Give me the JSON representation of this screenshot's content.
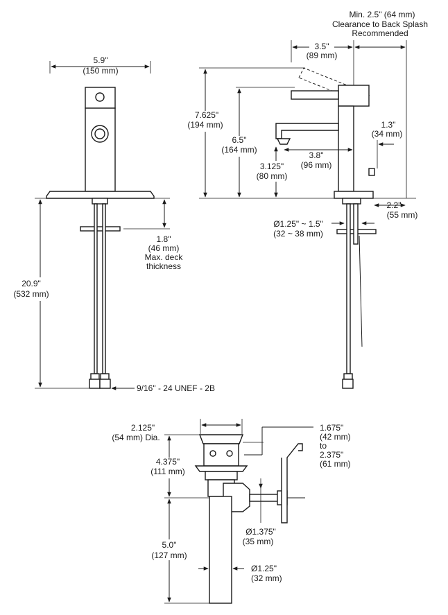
{
  "front_view": {
    "width_in": "5.9\"",
    "width_mm": "(150 mm)",
    "deck_in": "1.8\"",
    "deck_mm": "(46 mm)",
    "deck_note1": "Max. deck",
    "deck_note2": "thickness",
    "height_in": "20.9\"",
    "height_mm": "(532 mm)",
    "thread": "9/16\" - 24 UNEF - 2B"
  },
  "side_view": {
    "clear1": "Min. 2.5\" (64 mm)",
    "clear2": "Clearance to Back Splash",
    "clear3": "Recommended",
    "reach_in": "3.5\"",
    "reach_mm": "(89 mm)",
    "total_h_in": "7.625\"",
    "total_h_mm": "(194 mm)",
    "handle_h_in": "6.5\"",
    "handle_h_mm": "(164 mm)",
    "spout_h_in": "3.125\"",
    "spout_h_mm": "(80 mm)",
    "spout_reach_in": "3.8\"",
    "spout_reach_mm": "(96 mm)",
    "lift_in": "1.3\"",
    "lift_mm": "(34 mm)",
    "base_in": "2.2\"",
    "base_mm": "(55 mm)",
    "hole_in": "Ø1.25\" ~ 1.5\"",
    "hole_mm": "(32 ~ 38 mm)"
  },
  "drain": {
    "dia_in": "2.125\"",
    "dia_mm": "(54 mm) Dia.",
    "range_in": "1.675\"",
    "range_mm": "(42 mm)",
    "range_to": "to",
    "range_in2": "2.375\"",
    "range_mm2": "(61 mm)",
    "height_in": "4.375\"",
    "height_mm": "(111 mm)",
    "pivot_in": "Ø1.375\"",
    "pivot_mm": "(35 mm)",
    "tail_in": "5.0\"",
    "tail_mm": "(127 mm)",
    "tail_dia_in": "Ø1.25\"",
    "tail_dia_mm": "(32 mm)"
  }
}
